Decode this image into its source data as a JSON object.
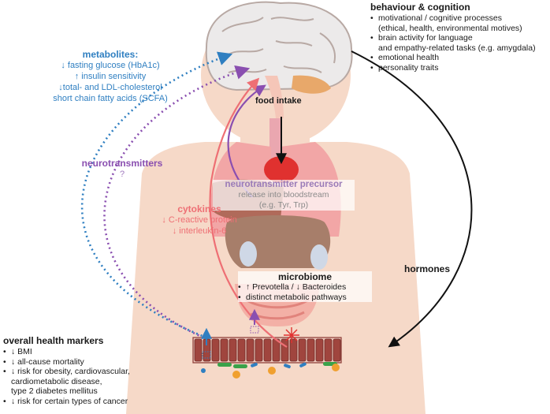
{
  "behaviour": {
    "title": "behaviour & cognition",
    "items": [
      "motivational / cognitive processes",
      "(ethical, health, environmental motives)",
      "brain activity for language",
      "and empathy-related tasks (e.g. amygdala)",
      "emotional health",
      "personality traits"
    ]
  },
  "metabolites": {
    "title": "metabolites:",
    "lines": [
      "↓ fasting glucose (HbA1c)",
      "↑ insulin sensitivity",
      "↓total- and LDL-cholesterol",
      "short chain fatty acids (SCFA)"
    ]
  },
  "food_intake": "food intake",
  "neurotransmitters": {
    "title": "neurotransmitters",
    "sub": "?"
  },
  "precursor": {
    "title": "neurotransmitter precursor",
    "line1": "release into bloodstream",
    "line2": "(e.g. Tyr, Trp)"
  },
  "cytokines": {
    "title": "cytokines",
    "lines": [
      "↓ C-reactive protein",
      "↓ interleukin-6"
    ]
  },
  "hormones": "hormones",
  "microbiome": {
    "title": "microbiome",
    "items": [
      "↑ Prevotella / ↓ Bacteroides",
      "distinct metabolic pathways"
    ]
  },
  "health_markers": {
    "title": "overall health markers",
    "items": [
      "↓ BMI",
      "↓ all-cause mortality",
      "↓ risk for obesity, cardiovascular,",
      "cardiometabolic disease,",
      "type 2 diabetes mellitus",
      "↓ risk for certain types of cancer"
    ]
  },
  "colors": {
    "blue": "#2f7fc1",
    "purple": "#8a4fb0",
    "pink": "#ee6f74",
    "body": "#f6d9c8",
    "lung": "#f2a6a6",
    "stomach": "#e0312f",
    "gut_brown": "#a77e6a",
    "epithelium": "#a0453e"
  }
}
